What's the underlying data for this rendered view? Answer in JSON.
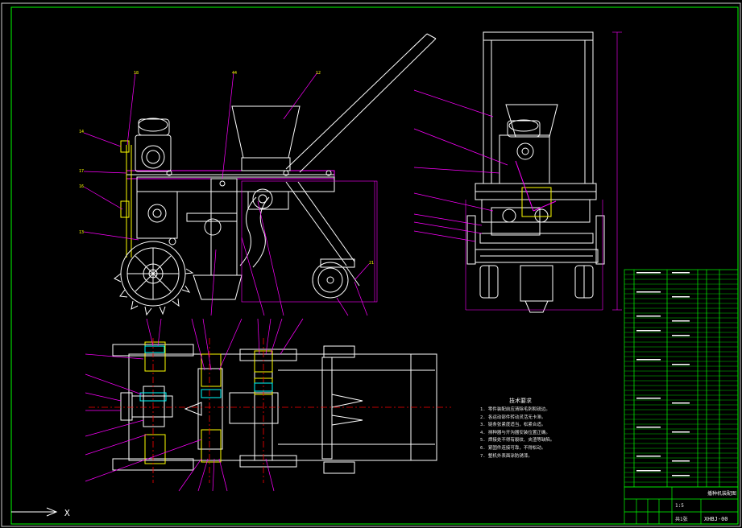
{
  "drawing": {
    "axis_label": "X",
    "tech_requirements_title": "技术要求",
    "tech_requirements": [
      "1. 零件装配前应清除毛刺和锐边。",
      "2. 各运动部件转动灵活无卡滞。",
      "3. 链条张紧度适当，松紧合适。",
      "4. 排种器与开沟器安装位置正确。",
      "5. 焊接处不得有裂纹、夹渣等缺陷。",
      "6. 紧固件连接可靠，不得松动。",
      "7. 整机外表面涂防锈漆。"
    ],
    "title_block": {
      "company": "播种机装配图",
      "drawing_no": "XHBJ-00",
      "scale": "1:5",
      "sheet": "共1张"
    },
    "colors": {
      "frame": "#ffffff",
      "label": "#ffff00",
      "leader": "#ff00ff",
      "outline": "#ffffff",
      "dimension": "#ff00ff",
      "table": "#00ff00",
      "centerline": "#ff0000",
      "hidden": "#ffff00",
      "highlight": "#00ffff"
    }
  }
}
